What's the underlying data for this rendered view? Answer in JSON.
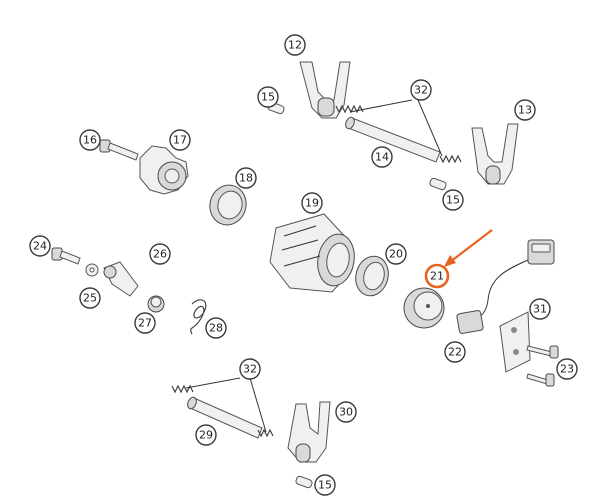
{
  "colors": {
    "highlight": "#e8641e",
    "stroke": "#3a3a3a"
  },
  "callouts": [
    {
      "id": "c12",
      "label": "12"
    },
    {
      "id": "c15a",
      "label": "15"
    },
    {
      "id": "c32a",
      "label": "32"
    },
    {
      "id": "c13",
      "label": "13"
    },
    {
      "id": "c16",
      "label": "16"
    },
    {
      "id": "c17",
      "label": "17"
    },
    {
      "id": "c14",
      "label": "14"
    },
    {
      "id": "c18",
      "label": "18"
    },
    {
      "id": "c15b",
      "label": "15"
    },
    {
      "id": "c19",
      "label": "19"
    },
    {
      "id": "c24",
      "label": "24"
    },
    {
      "id": "c26",
      "label": "26"
    },
    {
      "id": "c20",
      "label": "20"
    },
    {
      "id": "c21",
      "label": "21"
    },
    {
      "id": "c25",
      "label": "25"
    },
    {
      "id": "c31",
      "label": "31"
    },
    {
      "id": "c27",
      "label": "27"
    },
    {
      "id": "c28",
      "label": "28"
    },
    {
      "id": "c22",
      "label": "22"
    },
    {
      "id": "c23",
      "label": "23"
    },
    {
      "id": "c32b",
      "label": "32"
    },
    {
      "id": "c30",
      "label": "30"
    },
    {
      "id": "c29",
      "label": "29"
    },
    {
      "id": "c15c",
      "label": "15"
    }
  ]
}
